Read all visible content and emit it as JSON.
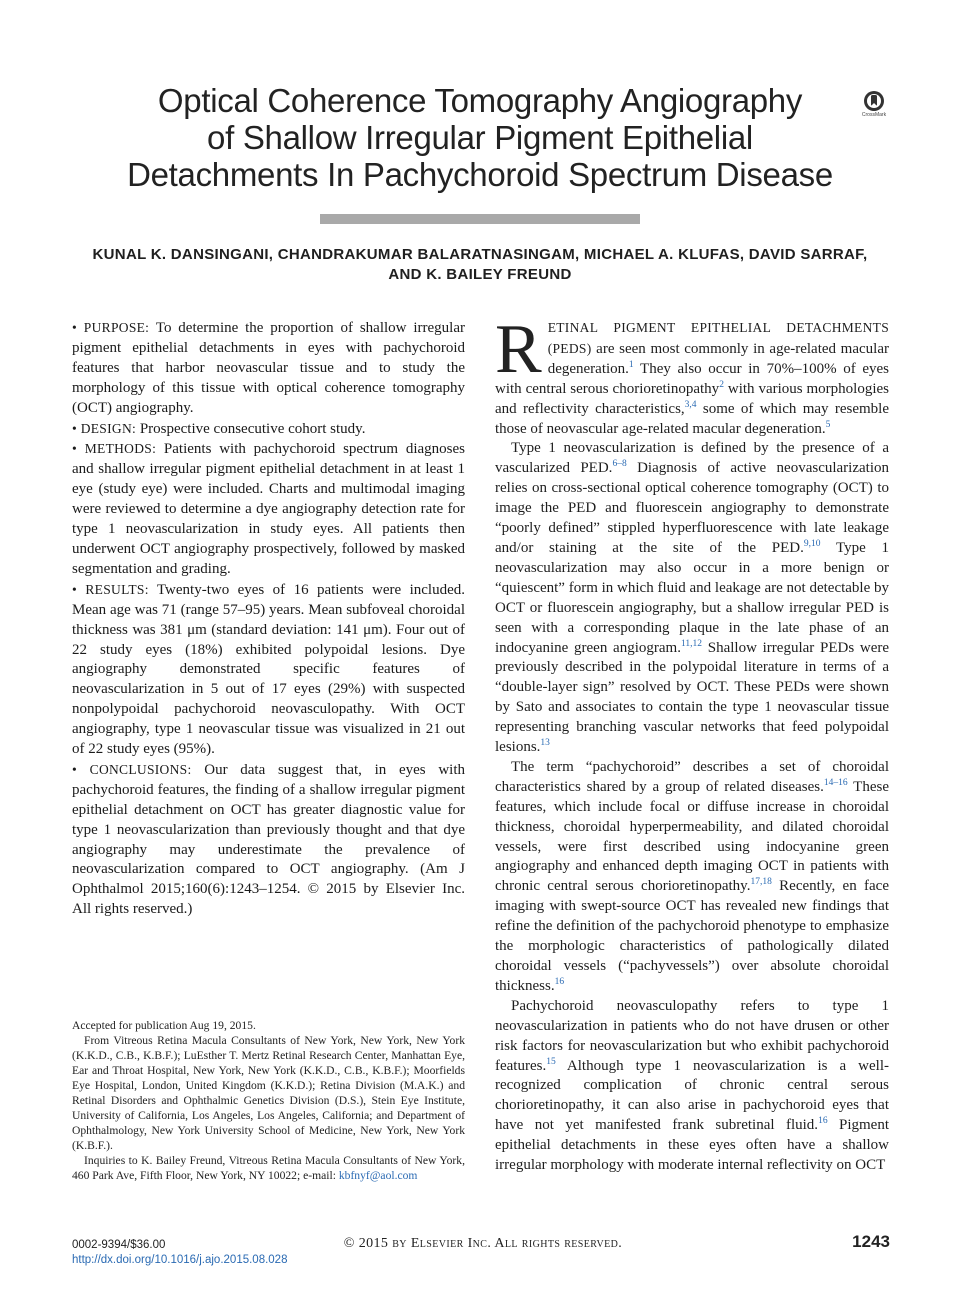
{
  "title": {
    "line1": "Optical Coherence Tomography Angiography",
    "line2": "of Shallow Irregular Pigment Epithelial",
    "line3": "Detachments In Pachychoroid Spectrum Disease"
  },
  "crossmark": {
    "icon": "crossmark-icon",
    "label": "CrossMark"
  },
  "authors": {
    "line1": "KUNAL K. DANSINGANI, CHANDRAKUMAR BALARATNASINGAM, MICHAEL A. KLUFAS, DAVID SARRAF,",
    "line2": "AND K. BAILEY FREUND"
  },
  "abstract": {
    "purpose_label": "• PURPOSE:",
    "purpose": "To determine the proportion of shallow irregular pigment epithelial detachments in eyes with pachychoroid features that harbor neovascular tissue and to study the morphology of this tissue with optical coherence tomography (OCT) angiography.",
    "design_label": "• DESIGN:",
    "design": "Prospective consecutive cohort study.",
    "methods_label": "• METHODS:",
    "methods": "Patients with pachychoroid spectrum diagnoses and shallow irregular pigment epithelial detachment in at least 1 eye (study eye) were included. Charts and multimodal imaging were reviewed to determine a dye angiography detection rate for type 1 neovascularization in study eyes. All patients then underwent OCT angiography prospectively, followed by masked segmentation and grading.",
    "results_label": "• RESULTS:",
    "results": "Twenty-two eyes of 16 patients were included. Mean age was 71 (range 57–95) years. Mean subfoveal choroidal thickness was 381 μm (standard deviation: 141 μm). Four out of 22 study eyes (18%) exhibited polypoidal lesions. Dye angiography demonstrated specific features of neovascularization in 5 out of 17 eyes (29%) with suspected nonpolypoidal pachychoroid neovasculopathy. With OCT angiography, type 1 neovascular tissue was visualized in 21 out of 22 study eyes (95%).",
    "conclusions_label": "• CONCLUSIONS:",
    "conclusions": "Our data suggest that, in eyes with pachychoroid features, the finding of a shallow irregular pigment epithelial detachment on OCT has greater diagnostic value for type 1 neovascularization than previously thought and that dye angiography may underestimate the prevalence of neovascularization compared to OCT angiography.   (Am J Ophthalmol 2015;160(6):1243–1254. © 2015 by Elsevier Inc. All rights reserved.)"
  },
  "footnotes": {
    "accepted": "Accepted for publication Aug 19, 2015.",
    "affiliations": "From Vitreous Retina Macula Consultants of New York, New York, New York (K.K.D., C.B., K.B.F.); LuEsther T. Mertz Retinal Research Center, Manhattan Eye, Ear and Throat Hospital, New York, New York (K.K.D., C.B., K.B.F.); Moorfields Eye Hospital, London, United Kingdom (K.K.D.); Retina Division (M.A.K.) and Retinal Disorders and Ophthalmic Genetics Division (D.S.), Stein Eye Institute, University of California, Los Angeles, Los Angeles, California; and Department of Ophthalmology, New York University School of Medicine, New York, New York (K.B.F.).",
    "inquiries": "Inquiries to K. Bailey Freund, Vitreous Retina Macula Consultants of New York, 460 Park Ave, Fifth Floor, New York, NY 10022; e-mail:",
    "email": "kbfnyf@aol.com"
  },
  "body": {
    "dropcap": "R",
    "p1_sc": "ETINAL PIGMENT EPITHELIAL DETACHMENTS (PEDS)",
    "p1_a": "are seen most commonly in age-related macular degeneration.",
    "p1_ref1": "1",
    "p1_b": "They also occur in 70%–100% of eyes with central serous chorioretinopathy",
    "p1_ref2": "2",
    "p1_c": "with various morphologies and reflectivity characteristics,",
    "p1_ref3": "3,4",
    "p1_d": "some of which may resemble those of neovascular age-related macular degeneration.",
    "p1_ref4": "5",
    "p2_a": "Type 1 neovascularization is defined by the presence of a vascularized PED.",
    "p2_ref1": "6–8",
    "p2_b": "Diagnosis of active neovascularization relies on cross-sectional optical coherence tomography (OCT) to image the PED and fluorescein angiography to demonstrate “poorly defined” stippled hyperfluorescence with late leakage and/or staining at the site of the PED.",
    "p2_ref2": "9,10",
    "p2_c": "Type 1 neovascularization may also occur in a more benign or “quiescent” form in which fluid and leakage are not detectable by OCT or fluorescein angiography, but a shallow irregular PED is seen with a corresponding plaque in the late phase of an indocyanine green angiogram.",
    "p2_ref3": "11,12",
    "p2_d": "Shallow irregular PEDs were previously described in the polypoidal literature in terms of a “double-layer sign” resolved by OCT. These PEDs were shown by Sato and associates to contain the type 1 neovascular tissue representing branching vascular networks that feed polypoidal lesions.",
    "p2_ref4": "13",
    "p3_a": "The term “pachychoroid” describes a set of choroidal characteristics shared by a group of related diseases.",
    "p3_ref1": "14–16",
    "p3_b": "These features, which include focal or diffuse increase in choroidal thickness, choroidal hyperpermeability, and dilated choroidal vessels, were first described using indocyanine green angiography and enhanced depth imaging OCT in patients with chronic central serous chorioretinopathy.",
    "p3_ref2": "17,18",
    "p3_c": "Recently, en face imaging with swept-source OCT has revealed new findings that refine the definition of the pachychoroid phenotype to emphasize the morphologic characteristics of pathologically dilated choroidal vessels (“pachyvessels”) over absolute choroidal thickness.",
    "p3_ref3": "16",
    "p4_a": "Pachychoroid neovasculopathy refers to type 1 neovascularization in patients who do not have drusen or other risk factors for neovascularization but who exhibit pachychoroid features.",
    "p4_ref1": "15",
    "p4_b": "Although type 1 neovascularization is a well-recognized complication of chronic central serous chorioretinopathy, it can also arise in pachychoroid eyes that have not yet manifested frank subretinal fluid.",
    "p4_ref2": "16",
    "p4_c": "Pigment epithelial detachments in these eyes often have a shallow irregular morphology with moderate internal reflectivity on OCT"
  },
  "footer": {
    "issn": "0002-9394/$36.00",
    "doi": "http://dx.doi.org/10.1016/j.ajo.2015.08.028",
    "copyright": "© 2015 by Elsevier Inc. All rights reserved.",
    "page_number": "1243"
  },
  "colors": {
    "link": "#2a6ab3",
    "title_bar": "#a9a9a9"
  }
}
